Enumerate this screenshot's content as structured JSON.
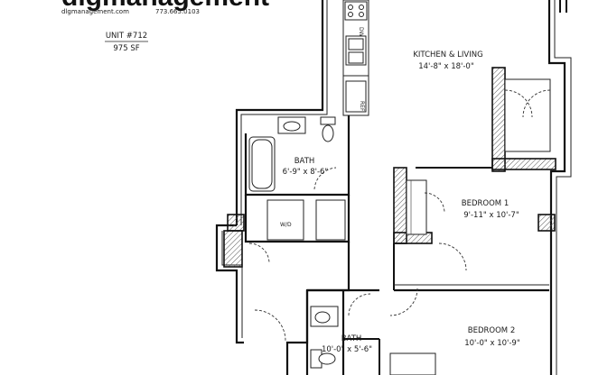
{
  "brand": {
    "logo_text": "dlgmanagement",
    "website": "dlgmanagement.com",
    "phone": "773.665.0103"
  },
  "unit": {
    "number": "UNIT #712",
    "area": "975 SF"
  },
  "rooms": {
    "kitchen_living": {
      "name": "KITCHEN & LIVING",
      "dims": "14'-8\" x 18'-0\""
    },
    "bath1": {
      "name": "BATH",
      "dims": "6'-9\" x 8'-6\""
    },
    "bedroom1": {
      "name": "BEDROOM 1",
      "dims": "9'-11\" x 10'-7\""
    },
    "bedroom2": {
      "name": "BEDROOM 2",
      "dims": "10'-0\" x 10'-9\""
    },
    "bath2": {
      "name": "BATH",
      "dims": "10'-0\" x 5'-6\""
    }
  },
  "fixtures": {
    "washer_dryer": "W/D",
    "dishwasher": "DW",
    "refrigerator": "REF"
  }
}
